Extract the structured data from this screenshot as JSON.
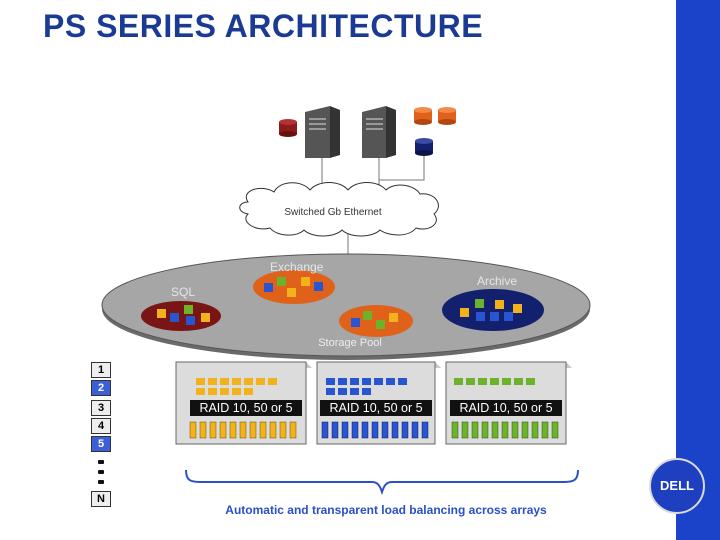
{
  "slide": {
    "title": "PS SERIES ARCHITECTURE",
    "caption": "Automatic and transparent load balancing across arrays",
    "logo_text": "DELL"
  },
  "network": {
    "label": "Switched Gb Ethernet"
  },
  "pool": {
    "label": "Storage Pool",
    "volumes": [
      {
        "label": "SQL",
        "color": "#7a1515"
      },
      {
        "label": "Exchange",
        "color": "#e0621a"
      },
      {
        "label": "Archive",
        "color": "#12206e"
      },
      {
        "label": "",
        "color": "#e0621a"
      }
    ]
  },
  "arrays": [
    {
      "raid_label": "RAID 10, 50 or 5",
      "block_color": "#f2b21b"
    },
    {
      "raid_label": "RAID 10, 50 or 5",
      "block_color": "#2a55d0"
    },
    {
      "raid_label": "RAID 10, 50 or 5",
      "block_color": "#6db22b"
    }
  ],
  "trays": [
    "1",
    "2",
    "3",
    "4",
    "5",
    "N"
  ],
  "colors": {
    "sidebar": "#1a43c9",
    "title": "#1b3a93",
    "caption": "#2a4fc8",
    "pool": "#9a9a9a"
  }
}
